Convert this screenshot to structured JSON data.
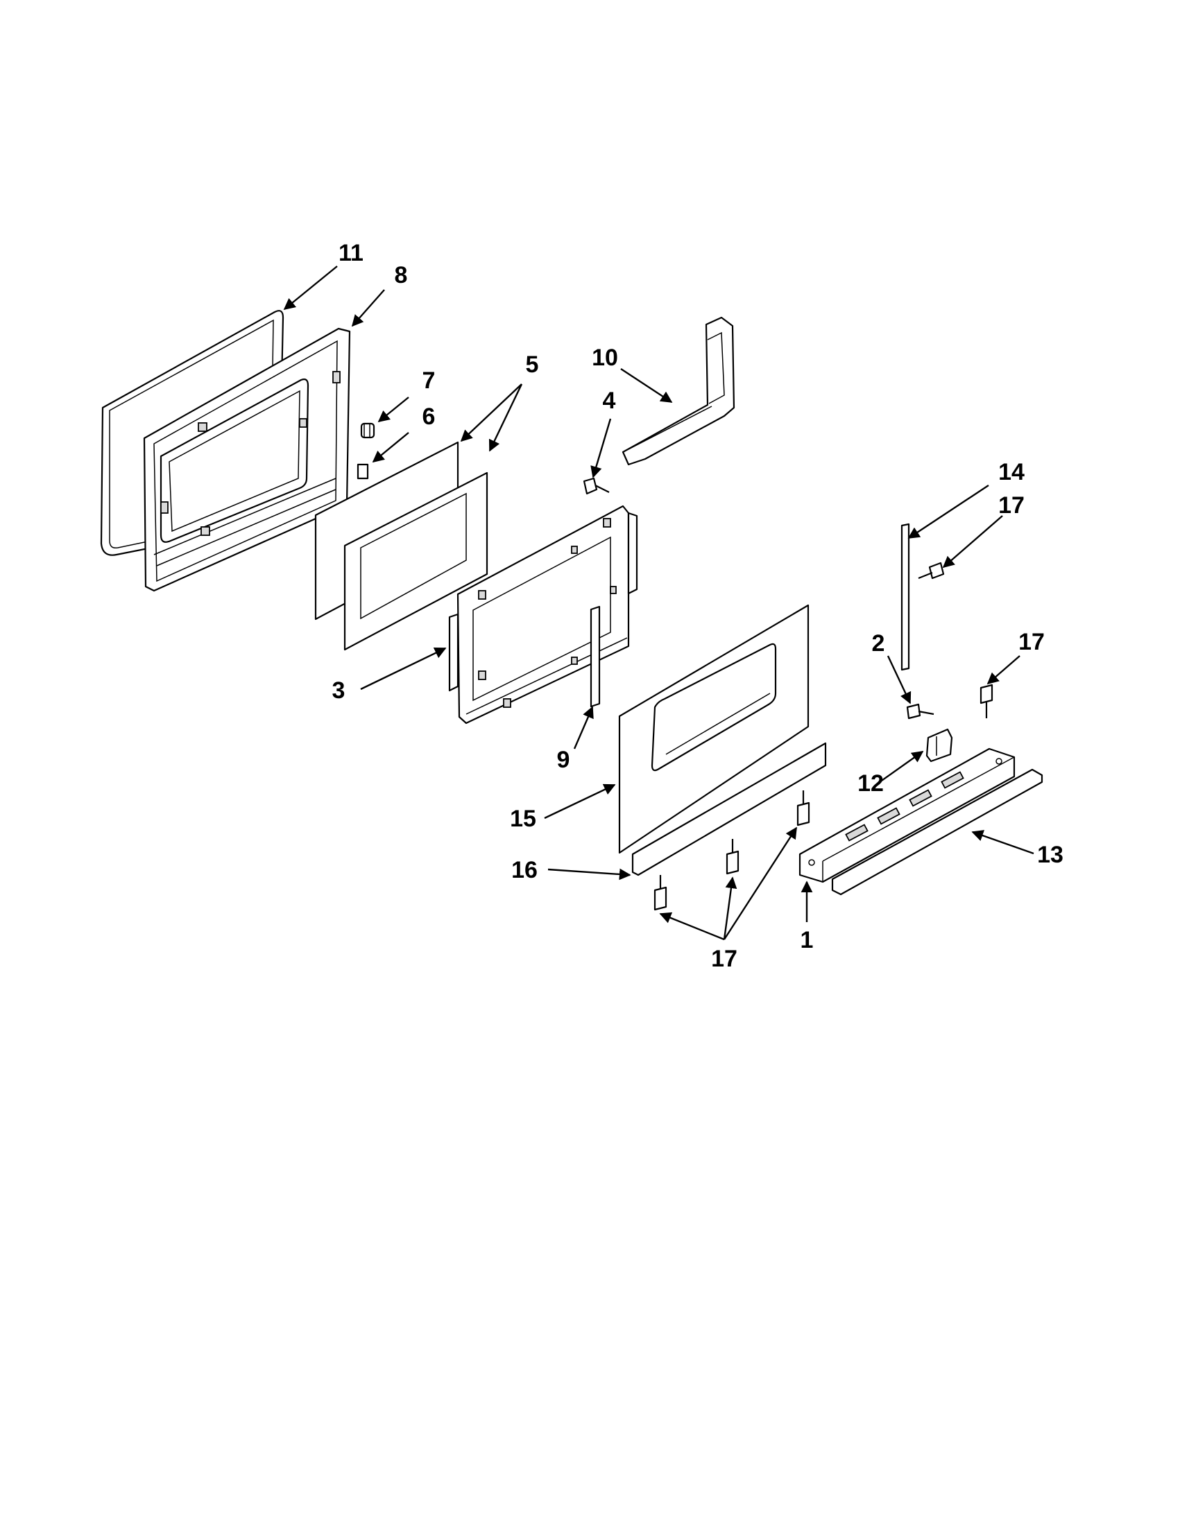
{
  "callouts": [
    {
      "id": "c11",
      "text": "11"
    },
    {
      "id": "c8",
      "text": "8"
    },
    {
      "id": "c7",
      "text": "7"
    },
    {
      "id": "c6",
      "text": "6"
    },
    {
      "id": "c5",
      "text": "5"
    },
    {
      "id": "c10",
      "text": "10"
    },
    {
      "id": "c4",
      "text": "4"
    },
    {
      "id": "c14",
      "text": "14"
    },
    {
      "id": "c17a",
      "text": "17"
    },
    {
      "id": "c2",
      "text": "2"
    },
    {
      "id": "c17b",
      "text": "17"
    },
    {
      "id": "c3",
      "text": "3"
    },
    {
      "id": "c9",
      "text": "9"
    },
    {
      "id": "c12",
      "text": "12"
    },
    {
      "id": "c15",
      "text": "15"
    },
    {
      "id": "c13",
      "text": "13"
    },
    {
      "id": "c16",
      "text": "16"
    },
    {
      "id": "c1",
      "text": "1"
    },
    {
      "id": "c17c",
      "text": "17"
    }
  ]
}
